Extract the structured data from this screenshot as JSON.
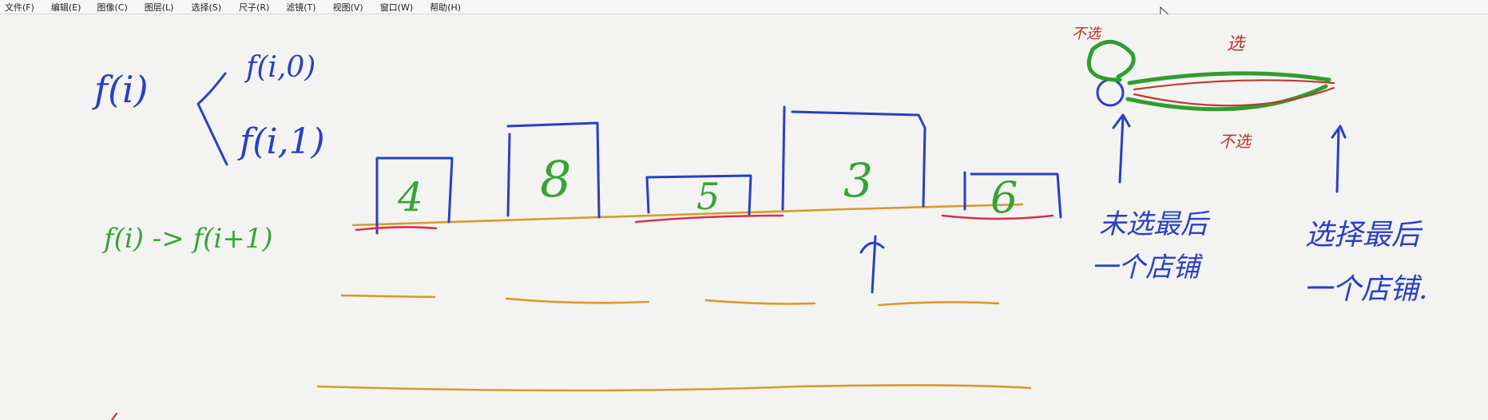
{
  "menu": {
    "items": [
      {
        "label": "文件(F)"
      },
      {
        "label": "编辑(E)"
      },
      {
        "label": "图像(C)"
      },
      {
        "label": "图层(L)"
      },
      {
        "label": "选择(S)"
      },
      {
        "label": "尺子(R)"
      },
      {
        "label": "滤镜(T)"
      },
      {
        "label": "视图(V)"
      },
      {
        "label": "窗口(W)"
      },
      {
        "label": "帮助(H)"
      }
    ]
  },
  "whiteboard": {
    "formula_main": "f(i)",
    "formula_branch_0": "f(i,0)",
    "formula_branch_1": "f(i,1)",
    "transition": "f(i) -> f(i+1)",
    "shop_values": [
      "4",
      "8",
      "5",
      "3",
      "6"
    ],
    "state_left_caption_line1": "未选最后",
    "state_left_caption_line2": "一个店铺",
    "state_right_caption_line1": "选择最后",
    "state_right_caption_line2": "一个店铺.",
    "label_not_select_top": "不选",
    "label_select": "选",
    "label_not_select_bottom": "不选"
  },
  "colors": {
    "ink_blue": "#2a3fc4",
    "ink_green": "#35a434",
    "ink_red": "#c0392b",
    "ink_orange": "#d89a2a",
    "ink_crimson": "#d9304a"
  },
  "icons": {
    "cursor": "pointer-arrow-icon"
  }
}
